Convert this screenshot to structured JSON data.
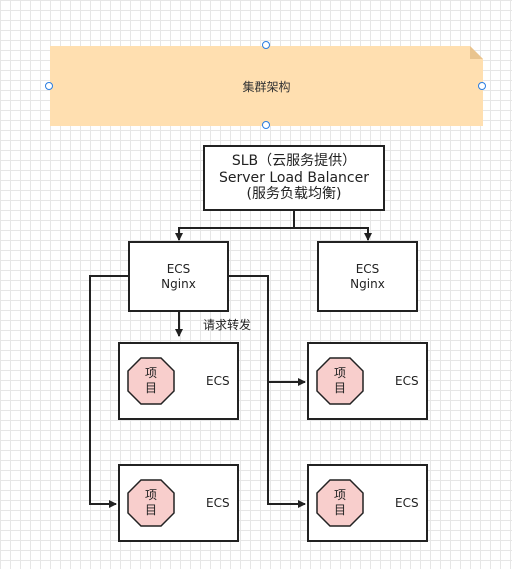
{
  "note": {
    "title": "集群架构"
  },
  "slb": {
    "line1": "SLB（云服务提供）",
    "line2": "Server Load Balancer",
    "line3": "(服务负载均衡)"
  },
  "nginx_nodes": [
    {
      "line1": "ECS",
      "line2": "Nginx"
    },
    {
      "line1": "ECS",
      "line2": "Nginx"
    }
  ],
  "forward_label": "请求转发",
  "servers": [
    {
      "project_line1": "项",
      "project_line2": "目",
      "ecs": "ECS"
    },
    {
      "project_line1": "项",
      "project_line2": "目",
      "ecs": "ECS"
    },
    {
      "project_line1": "项",
      "project_line2": "目",
      "ecs": "ECS"
    },
    {
      "project_line1": "项",
      "project_line2": "目",
      "ecs": "ECS"
    }
  ],
  "colors": {
    "note_fill": "#ffdfb0",
    "octagon_fill": "#f8cecc",
    "stroke": "#222222",
    "handle": "#2a7de1"
  }
}
